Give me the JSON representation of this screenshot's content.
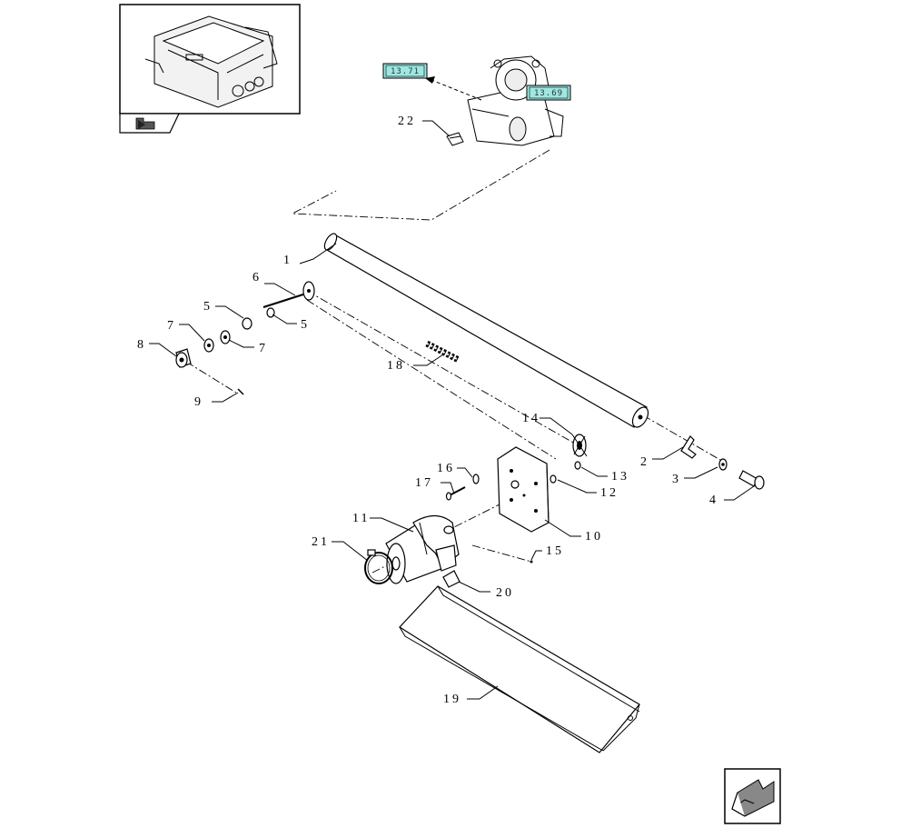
{
  "references": {
    "ref_a": "13.71",
    "ref_b": "13.69"
  },
  "callouts": [
    {
      "id": "c1",
      "text": "1"
    },
    {
      "id": "c2",
      "text": "2"
    },
    {
      "id": "c3",
      "text": "3"
    },
    {
      "id": "c4",
      "text": "4"
    },
    {
      "id": "c5a",
      "text": "5"
    },
    {
      "id": "c5b",
      "text": "5"
    },
    {
      "id": "c6",
      "text": "6"
    },
    {
      "id": "c7a",
      "text": "7"
    },
    {
      "id": "c7b",
      "text": "7"
    },
    {
      "id": "c8",
      "text": "8"
    },
    {
      "id": "c9",
      "text": "9"
    },
    {
      "id": "c10",
      "text": "10"
    },
    {
      "id": "c11",
      "text": "11"
    },
    {
      "id": "c12",
      "text": "12"
    },
    {
      "id": "c13",
      "text": "13"
    },
    {
      "id": "c14",
      "text": "14"
    },
    {
      "id": "c15",
      "text": "15"
    },
    {
      "id": "c16",
      "text": "16"
    },
    {
      "id": "c17",
      "text": "17"
    },
    {
      "id": "c18",
      "text": "18"
    },
    {
      "id": "c19",
      "text": "19"
    },
    {
      "id": "c20",
      "text": "20"
    },
    {
      "id": "c21",
      "text": "21"
    },
    {
      "id": "c22",
      "text": "22"
    }
  ],
  "icons": {
    "thumbnail_arrow": "previous-page-icon",
    "nav_arrow": "next-page-arrow-icon"
  },
  "colors": {
    "reference_tag": "#9ee7e2",
    "line": "#000000"
  }
}
